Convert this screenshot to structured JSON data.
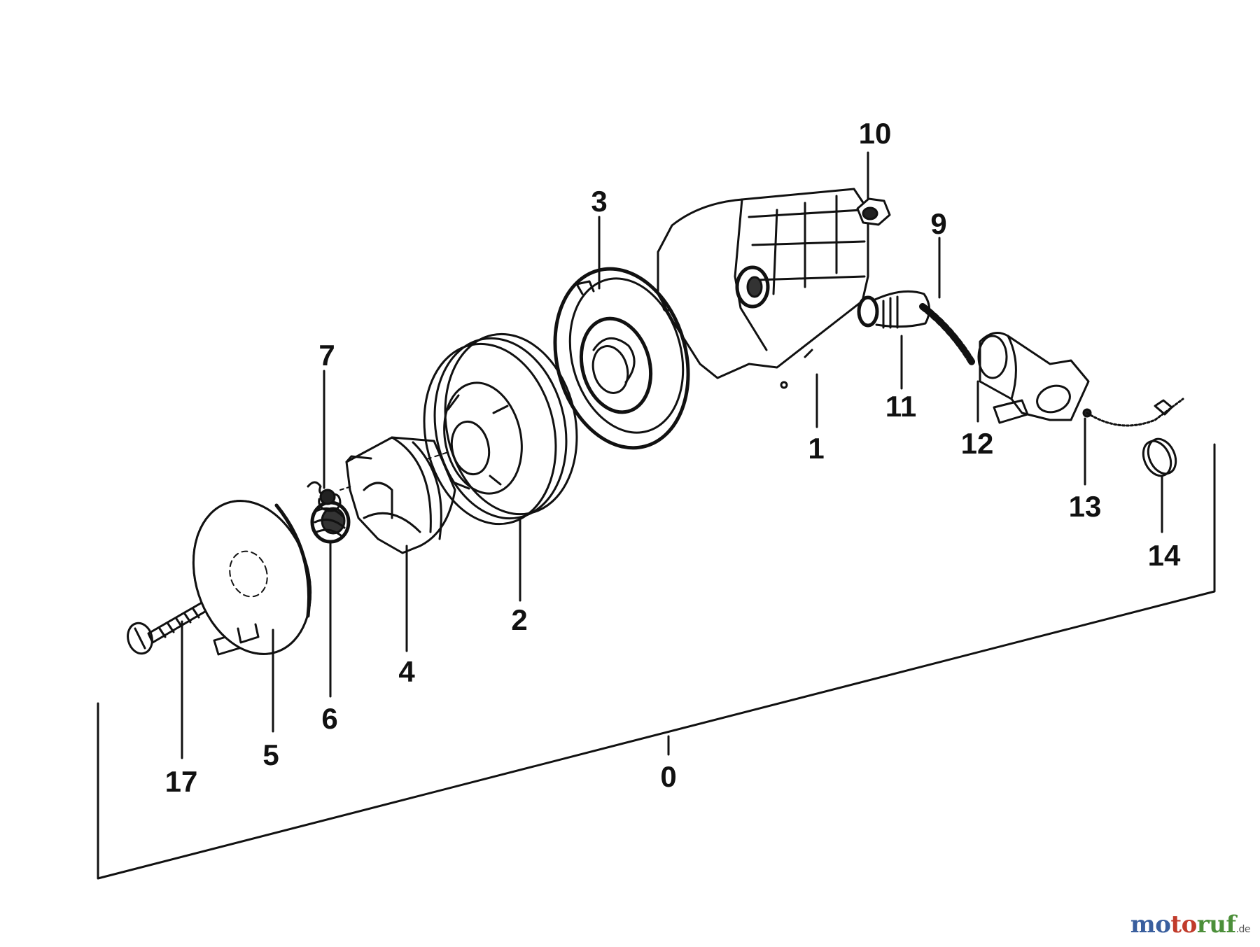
{
  "diagram": {
    "callouts": [
      {
        "id": "0",
        "label": "0"
      },
      {
        "id": "1",
        "label": "1"
      },
      {
        "id": "2",
        "label": "2"
      },
      {
        "id": "3",
        "label": "3"
      },
      {
        "id": "4",
        "label": "4"
      },
      {
        "id": "5",
        "label": "5"
      },
      {
        "id": "6",
        "label": "6"
      },
      {
        "id": "7",
        "label": "7"
      },
      {
        "id": "9",
        "label": "9"
      },
      {
        "id": "10",
        "label": "10"
      },
      {
        "id": "11",
        "label": "11"
      },
      {
        "id": "12",
        "label": "12"
      },
      {
        "id": "13",
        "label": "13"
      },
      {
        "id": "14",
        "label": "14"
      },
      {
        "id": "17",
        "label": "17"
      }
    ]
  },
  "watermark": {
    "text": "motoruf",
    "tld": ".de",
    "colors": [
      "#3a5f9e",
      "#c13b2b",
      "#4c8f3a"
    ]
  }
}
